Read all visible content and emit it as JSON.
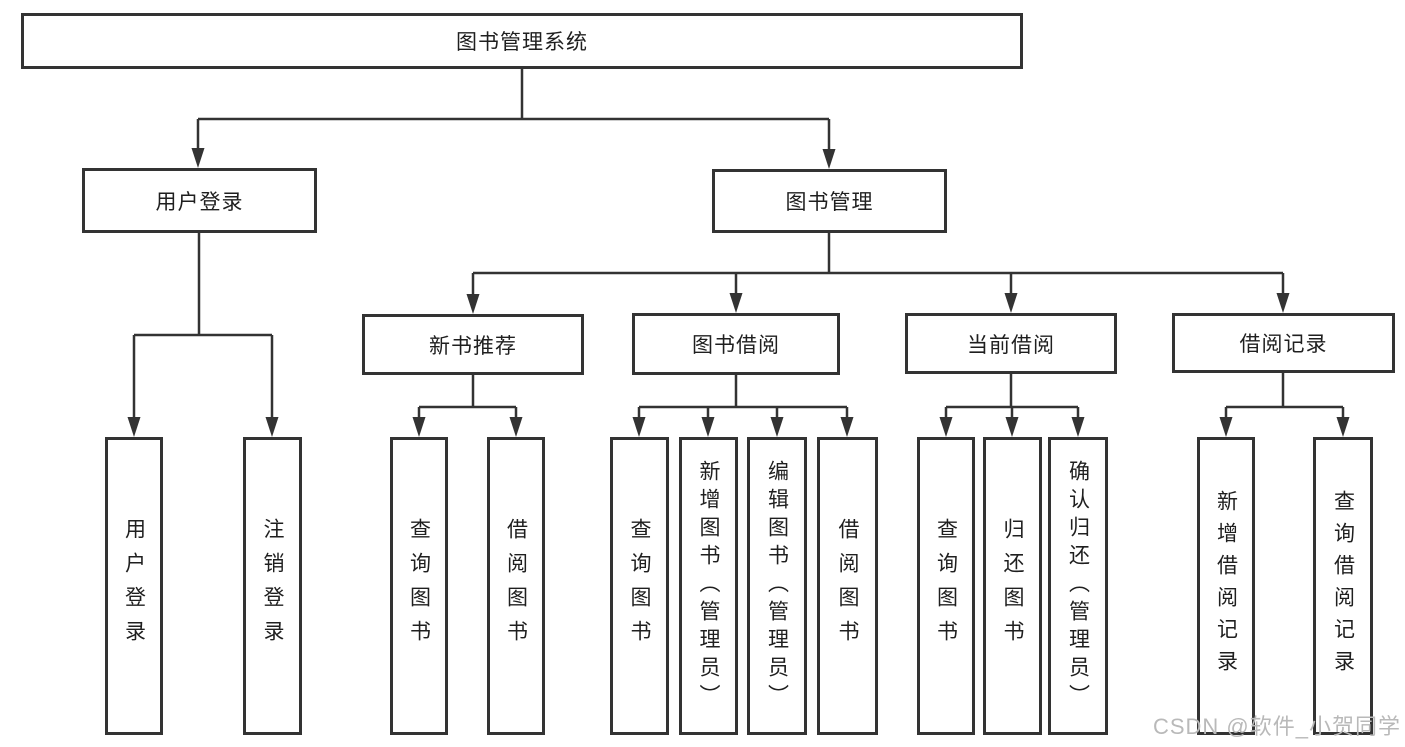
{
  "diagram": {
    "title": "图书管理系统",
    "level2": {
      "user_login": "用户登录",
      "book_mgmt": "图书管理"
    },
    "level3": {
      "new_book": "新书推荐",
      "book_borrow": "图书借阅",
      "current_borrow": "当前借阅",
      "borrow_record": "借阅记录"
    },
    "leaves": {
      "user_login": [
        "用户登录",
        "注销登录"
      ],
      "new_book": [
        "查询图书",
        "借阅图书"
      ],
      "book_borrow": [
        "查询图书",
        "新增图书（管理员）",
        "编辑图书（管理员）",
        "借阅图书"
      ],
      "current_borrow": [
        "查询图书",
        "归还图书",
        "确认归还（管理员）"
      ],
      "borrow_record": [
        "新增借阅记录",
        "查询借阅记录"
      ]
    }
  },
  "watermark": "CSDN @软件_小贺同学",
  "colors": {
    "line": "#333333",
    "text": "#1f1f1f",
    "watermark": "#b9b9b9",
    "background": "#ffffff"
  }
}
